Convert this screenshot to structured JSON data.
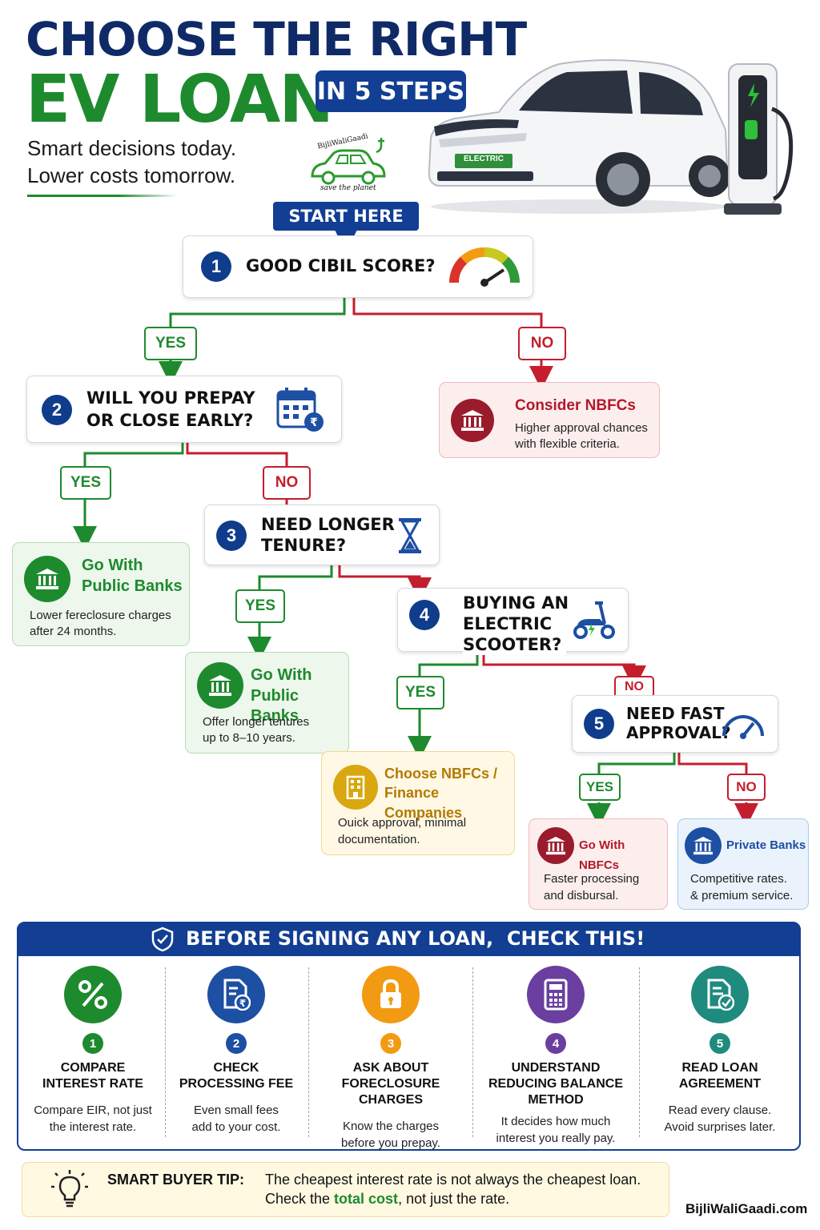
{
  "header": {
    "title_line1": "CHOOSE THE RIGHT",
    "title_line2": "EV LOAN",
    "badge": "IN 5 STEPS",
    "tagline1": "Smart decisions today.",
    "tagline2": "Lower costs tomorrow.",
    "car_plate": "ELECTRIC",
    "logo_text": "BijliWaliGaadi",
    "logo_sub": "save the planet"
  },
  "start_label": "START HERE",
  "steps": [
    {
      "n": "1",
      "text": "GOOD CIBIL SCORE?"
    },
    {
      "n": "2",
      "line1": "WILL YOU PREPAY",
      "line2": "OR CLOSE EARLY?"
    },
    {
      "n": "3",
      "line1": "NEED LONGER",
      "line2": "TENURE?"
    },
    {
      "n": "4",
      "line1": "BUYING AN",
      "line2": "ELECTRIC",
      "line3": "SCOOTER?"
    },
    {
      "n": "5",
      "line1": "NEED FAST",
      "line2": "APPROVAL?"
    }
  ],
  "yes": "YES",
  "no": "NO",
  "outcomes": {
    "nbfc": {
      "title": "Consider NBFCs",
      "desc1": "Higher approval chances",
      "desc2": "with flexible criteria."
    },
    "public1": {
      "title1": "Go With",
      "title2": "Public Banks",
      "desc1": "Lower fereclosure charges",
      "desc2": "after 24 months."
    },
    "public2": {
      "title1": "Go With",
      "title2": "Public Banks",
      "desc1": "Offer longer tenures",
      "desc2": "up to 8–10 years."
    },
    "finance": {
      "title1": "Choose NBFCs /",
      "title2": "Finance Companies",
      "desc1": "Ouick approval, minimal",
      "desc2": "documentation."
    },
    "nbfc_fast": {
      "title": "Go With NBFCs",
      "desc1": "Faster processing",
      "desc2": "and disbursal."
    },
    "private": {
      "title": "Private Banks",
      "desc1": "Competitive rates.",
      "desc2": "& premium service."
    }
  },
  "checklist": {
    "title": "BEFORE SIGNING ANY LOAN,  CHECK THIS!",
    "items": [
      {
        "n": "1",
        "t1": "COMPARE",
        "t2": "INTEREST RATE",
        "d1": "Compare EIR, not just",
        "d2": "the interest rate.",
        "color": "#1e8a2e",
        "icon": "percent-icon"
      },
      {
        "n": "2",
        "t1": "CHECK",
        "t2": "PROCESSING FEE",
        "d1": "Even small fees",
        "d2": "add to your cost.",
        "color": "#1d4fa3",
        "icon": "document-rupee-icon"
      },
      {
        "n": "3",
        "t1": "ASK ABOUT",
        "t2": "FORECLOSURE CHARGES",
        "d1": "Know the charges",
        "d2": "before you prepay.",
        "color": "#f29a12",
        "icon": "padlock-icon"
      },
      {
        "n": "4",
        "t1": "UNDERSTAND",
        "t2": "REDUCING BALANCE",
        "t3": "METHOD",
        "d1": "It decides how much",
        "d2": "interest you really pay.",
        "color": "#6a3fa0",
        "icon": "calculator-icon"
      },
      {
        "n": "5",
        "t1": "READ LOAN",
        "t2": "AGREEMENT",
        "d1": "Read every clause.",
        "d2": "Avoid surprises later.",
        "color": "#1f8a7e",
        "icon": "document-check-icon"
      }
    ]
  },
  "tip": {
    "label": "SMART BUYER TIP:",
    "line1": "The cheapest interest rate is not always the cheapest loan.",
    "line2a": "Check the ",
    "line2b": "total cost",
    "line2c": ", not just the rate."
  },
  "footer": "BijliWaliGaadi.com"
}
